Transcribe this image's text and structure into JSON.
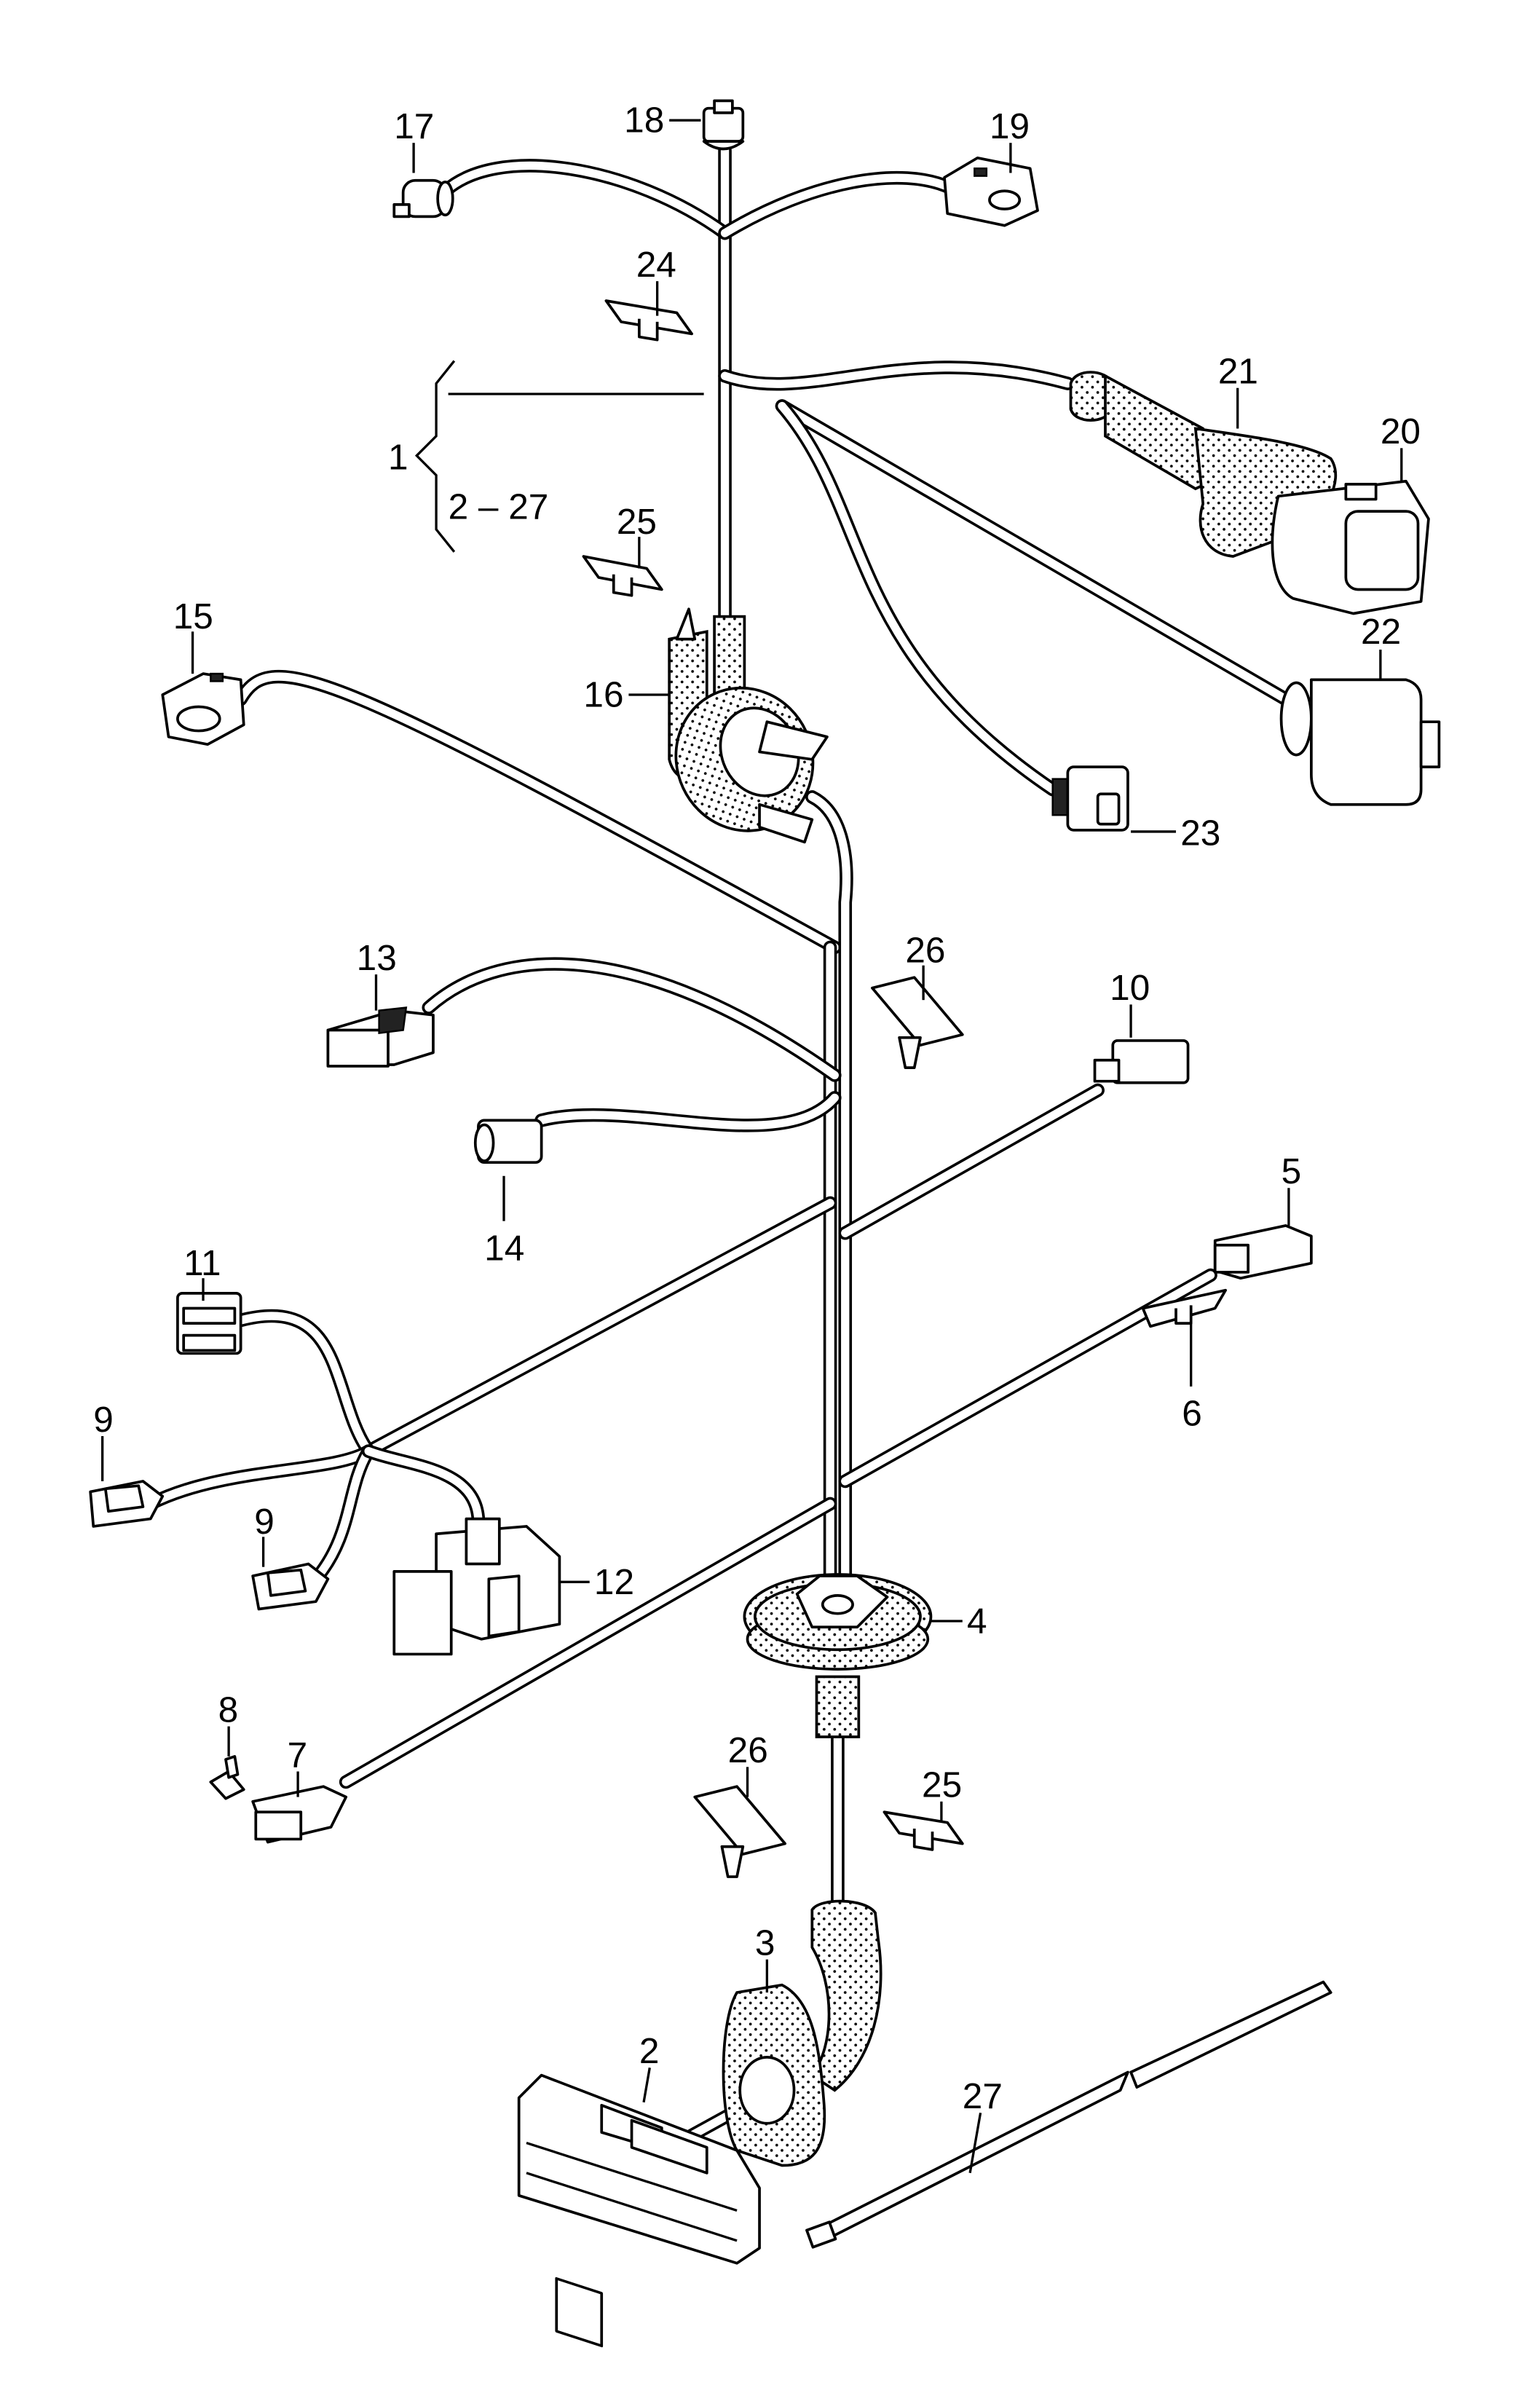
{
  "diagram": {
    "type": "exploded parts diagram - wiring harness",
    "group_label": {
      "main": "1",
      "range": "2 – 27"
    },
    "callouts": [
      {
        "id": "c2",
        "text": "2",
        "part": "control unit multi-pin connector"
      },
      {
        "id": "c3",
        "text": "3",
        "part": "grommet with sleeve"
      },
      {
        "id": "c4",
        "text": "4",
        "part": "round grommet"
      },
      {
        "id": "c5",
        "text": "5",
        "part": "flat connector"
      },
      {
        "id": "c6",
        "text": "6",
        "part": "cable clip"
      },
      {
        "id": "c7",
        "text": "7",
        "part": "connector"
      },
      {
        "id": "c8",
        "text": "8",
        "part": "retaining clip"
      },
      {
        "id": "c9a",
        "text": "9",
        "part": "connector"
      },
      {
        "id": "c9b",
        "text": "9",
        "part": "connector"
      },
      {
        "id": "c10",
        "text": "10",
        "part": "connector"
      },
      {
        "id": "c11",
        "text": "11",
        "part": "connector"
      },
      {
        "id": "c12",
        "text": "12",
        "part": "connector housing"
      },
      {
        "id": "c13",
        "text": "13",
        "part": "connector"
      },
      {
        "id": "c14",
        "text": "14",
        "part": "connector"
      },
      {
        "id": "c15",
        "text": "15",
        "part": "connector"
      },
      {
        "id": "c16",
        "text": "16",
        "part": "grommet"
      },
      {
        "id": "c17",
        "text": "17",
        "part": "connector"
      },
      {
        "id": "c18",
        "text": "18",
        "part": "connector"
      },
      {
        "id": "c19",
        "text": "19",
        "part": "connector"
      },
      {
        "id": "c20",
        "text": "20",
        "part": "multi-pin connector"
      },
      {
        "id": "c21",
        "text": "21",
        "part": "protective sleeve"
      },
      {
        "id": "c22",
        "text": "22",
        "part": "multi-pin connector"
      },
      {
        "id": "c23",
        "text": "23",
        "part": "connector"
      },
      {
        "id": "c24",
        "text": "24",
        "part": "cable clip"
      },
      {
        "id": "c25a",
        "text": "25",
        "part": "cable clip"
      },
      {
        "id": "c25b",
        "text": "25",
        "part": "cable clip"
      },
      {
        "id": "c26a",
        "text": "26",
        "part": "cable clip"
      },
      {
        "id": "c26b",
        "text": "26",
        "part": "cable clip"
      },
      {
        "id": "c27",
        "text": "27",
        "part": "cable tie"
      }
    ]
  }
}
